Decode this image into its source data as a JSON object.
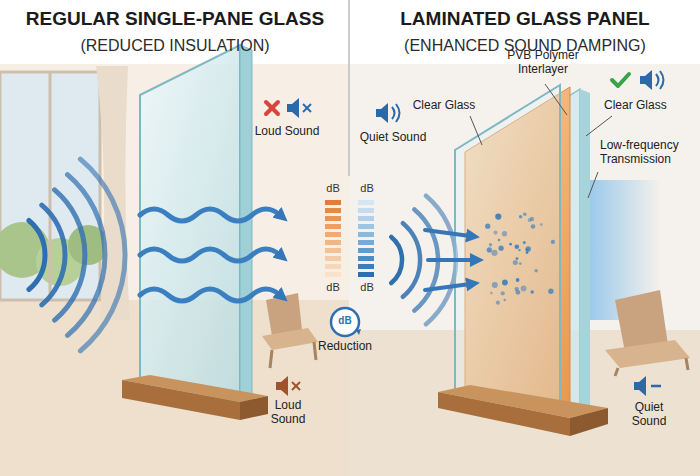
{
  "diagram": {
    "labels": [
      "REGULAR SINGLE-PANE GLASS",
      "(REDUCED INSULATION)",
      "LAMINATED GLASS PANEL",
      "(ENHANCED SOUND DAMPING)",
      "Loud Sound",
      "Quiet Sound",
      "PVB Polymer Interlayer",
      "Clear Glass",
      "Clear Glass",
      "Low-frequency Transmission",
      "dB",
      "dB",
      "dB",
      "dB",
      "dB",
      "Reduction",
      "Loud Sound",
      "Quiet Sound"
    ]
  }
}
